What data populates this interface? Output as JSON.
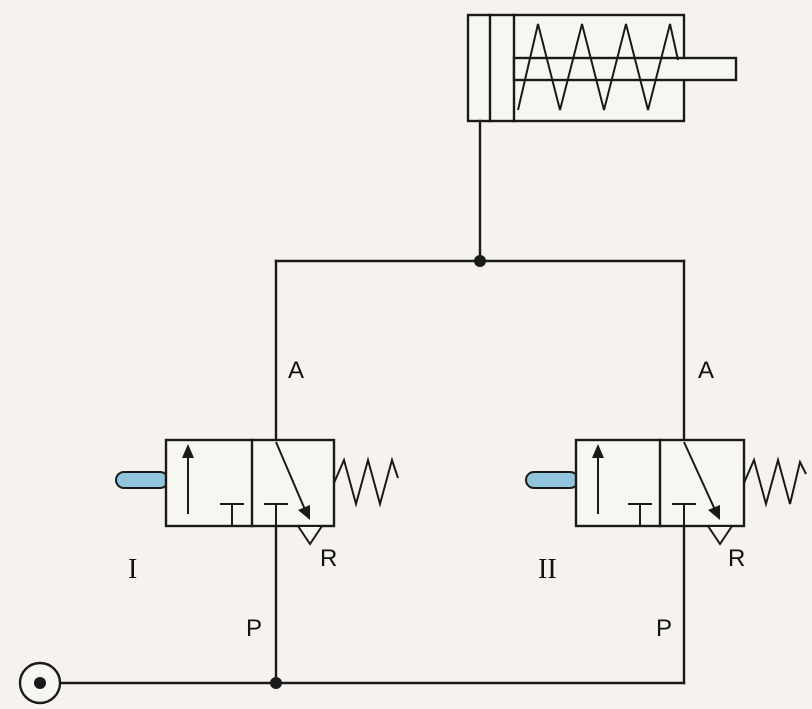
{
  "diagram": {
    "colors": {
      "ink": "#1a1a1a",
      "plunger": "#8fc4dc",
      "paper": "#f6f3ee"
    },
    "labels": {
      "valve1_port_a": "A",
      "valve1_port_r": "R",
      "valve1_port_p": "P",
      "valve1_id": "I",
      "valve2_port_a": "A",
      "valve2_port_r": "R",
      "valve2_port_p": "P",
      "valve2_id": "II"
    }
  }
}
